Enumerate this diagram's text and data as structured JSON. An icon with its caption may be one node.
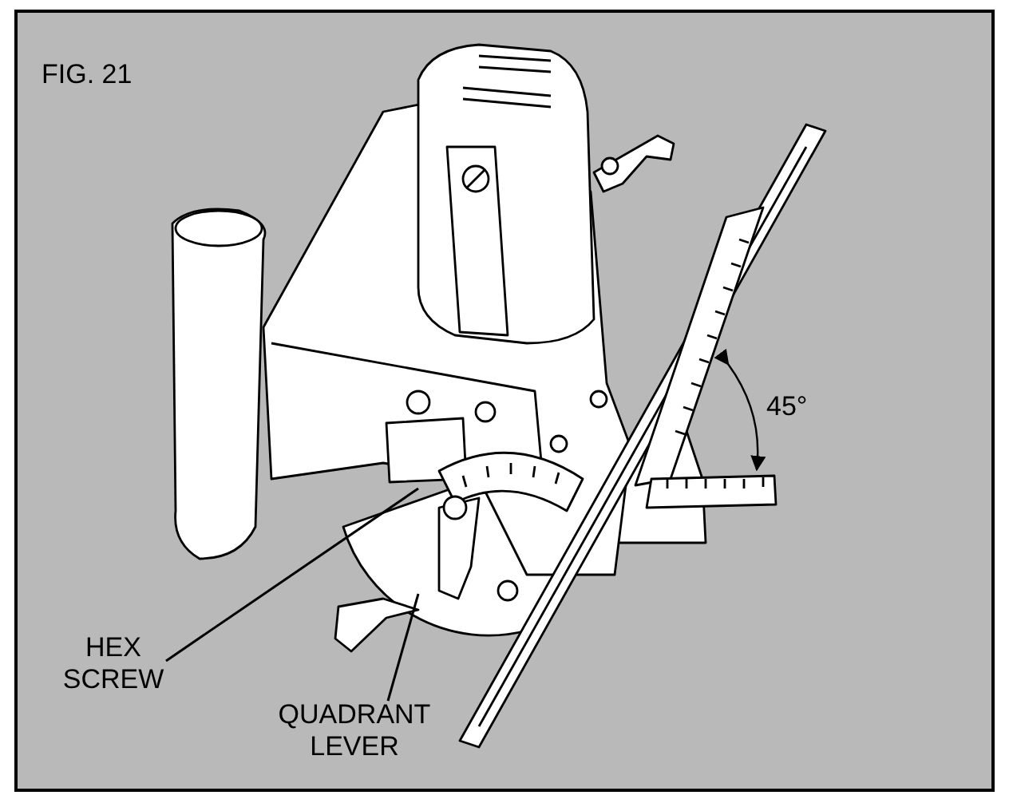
{
  "diagram": {
    "title": "FIG. 21",
    "nodes": [
      {
        "text": [
          "HEX SCREW"
        ]
      },
      {
        "text": [
          "QUADRANT LEVER"
        ]
      }
    ],
    "edges": [
      {
        "from": 0,
        "to": null,
        "arrow": "none"
      },
      {
        "from": 1,
        "to": null,
        "arrow": "none"
      }
    ],
    "labels": [
      "45°"
    ]
  }
}
